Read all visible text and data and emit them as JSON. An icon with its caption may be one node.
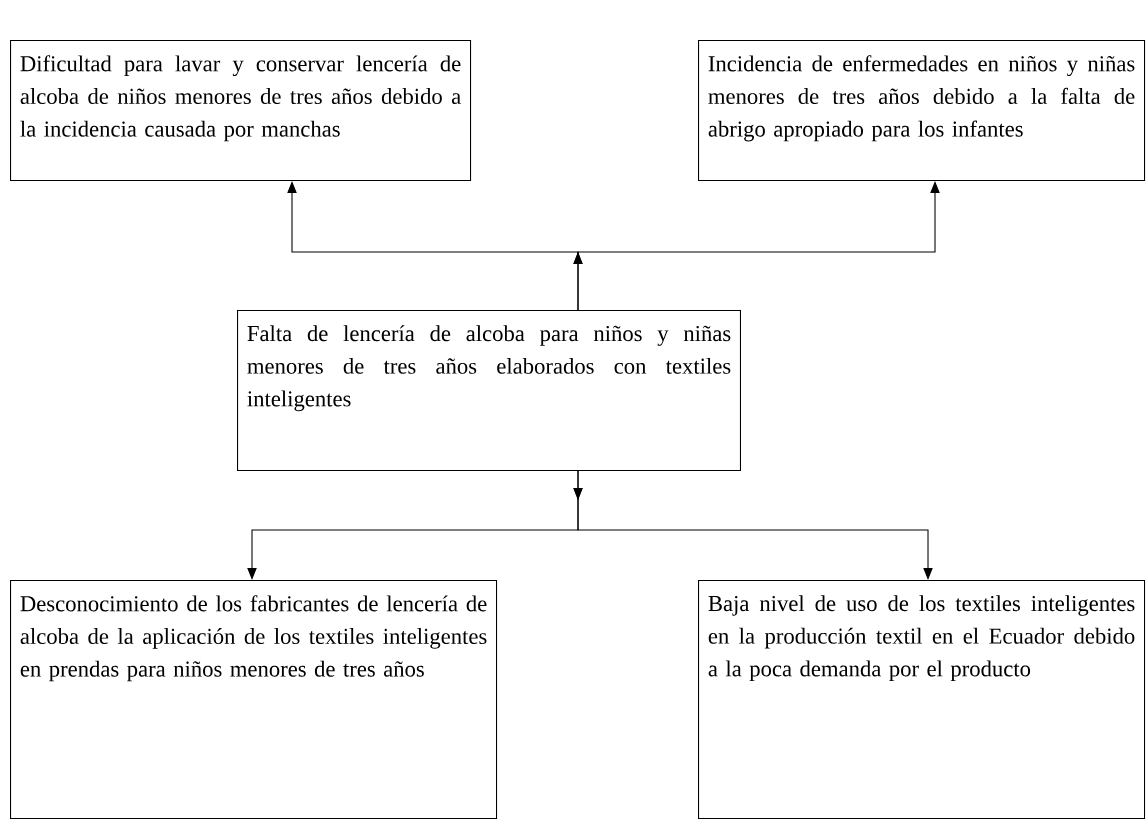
{
  "diagram": {
    "nodes": [
      {
        "text": [
          "Dificultad para lavar y conservar lencería de alcoba de niños menores de tres años debido a la incidencia causada por manchas"
        ]
      },
      {
        "text": [
          "Incidencia de enfermedades en niños y niñas menores de tres años debido a la falta de abrigo apropiado para los infantes"
        ]
      },
      {
        "text": [
          "Falta de lencería de alcoba para niños y niñas menores de tres años elaborados con textiles inteligentes"
        ]
      },
      {
        "text": [
          "Desconocimiento de los fabricantes de lencería de alcoba de la aplicación de los textiles inteligentes en prendas para niños menores de tres años"
        ]
      },
      {
        "text": [
          "Baja nivel de uso de los textiles inteligentes en la producción textil en el Ecuador debido a la poca demanda por el producto"
        ]
      }
    ],
    "edges": [
      {
        "from": 2,
        "to": 0,
        "arrow": "to"
      },
      {
        "from": 2,
        "to": 1,
        "arrow": "to"
      },
      {
        "from": 2,
        "to": 3,
        "arrow": "to"
      },
      {
        "from": 2,
        "to": 4,
        "arrow": "to"
      }
    ]
  }
}
